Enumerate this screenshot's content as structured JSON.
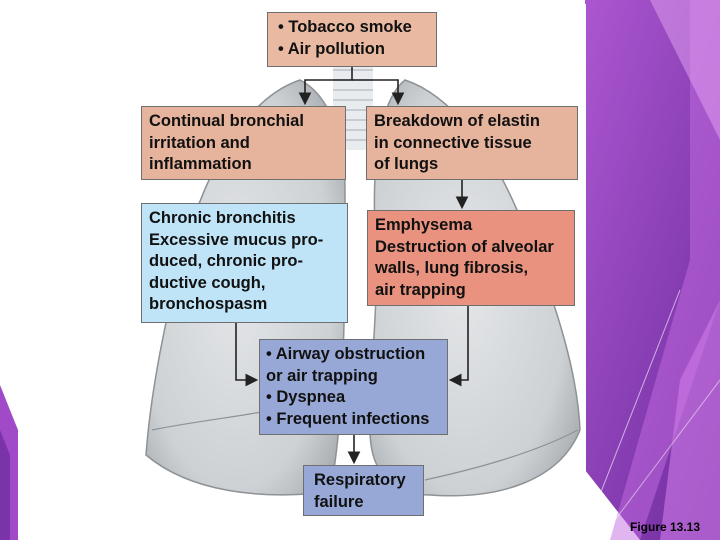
{
  "boxes": {
    "causes": "• Tobacco smoke\n• Air pollution",
    "irritation": "Continual bronchial\nirritation and\ninflammation",
    "elastin": "Breakdown of elastin\nin connective tissue\nof lungs",
    "bronchitis": "Chronic bronchitis\nExcessive mucus pro-\nduced, chronic pro-\nductive cough,\nbronchospasm",
    "emphysema": "Emphysema\nDestruction of alveolar\nwalls, lung fibrosis,\nair trapping",
    "effects": "• Airway obstruction\n   or air trapping\n• Dyspnea\n• Frequent infections",
    "outcome": "Respiratory\nfailure"
  },
  "caption": "Figure 13.13",
  "colors": {
    "causes_box": "#e9b9a2",
    "irritation_box": "#e6b39c",
    "bronchitis_box": "#bfe4f7",
    "emphysema_box": "#e8927f",
    "effects_box": "#98a8d6",
    "purple_accent": "#8b3fb3",
    "lung_gray": "#c9cdd0"
  }
}
